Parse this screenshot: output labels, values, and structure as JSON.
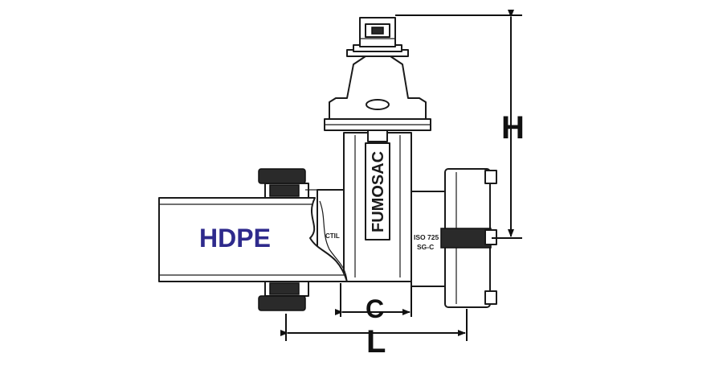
{
  "labels": {
    "pipe_material": "HDPE",
    "brand": "FUMOSAC",
    "standard_line1": "ISO 725",
    "standard_line2": "SG-C",
    "fragment_text": "CTIL"
  },
  "dimensions": {
    "height": "H",
    "length": "L",
    "inner": "C"
  },
  "colors": {
    "pipe_label": "#2e2a8c",
    "outline": "#1a1a1a",
    "background": "#ffffff"
  }
}
